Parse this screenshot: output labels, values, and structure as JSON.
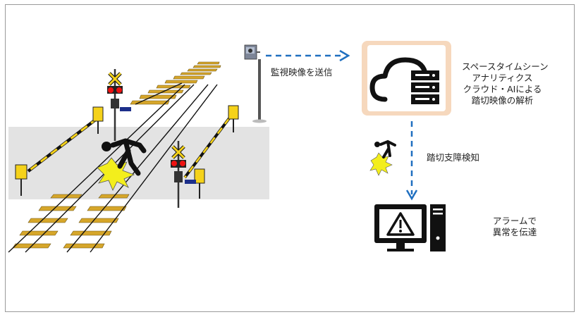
{
  "labels": {
    "send_video": "監視映像を送信",
    "cloud_lines": [
      "スペースタイムシーン",
      "アナリティクス",
      "クラウド・AIによる",
      "踏切映像の解析"
    ],
    "detect": "踏切支障検知",
    "alarm_lines": [
      "アラームで",
      "異常を伝達"
    ]
  },
  "colors": {
    "arrow": "#1f6fc0",
    "crossing_area": "#e3e3e3",
    "barrier_yellow": "#f5d21a",
    "sleeper": "#d6a62a",
    "cloud_frame": "#f6d8bd",
    "impact_flash": "#f3ee1c"
  },
  "icons": {
    "camera": "surveillance-camera-icon",
    "cloud": "cloud-server-icon",
    "fall": "falling-person-icon",
    "alarm": "computer-warning-icon"
  }
}
